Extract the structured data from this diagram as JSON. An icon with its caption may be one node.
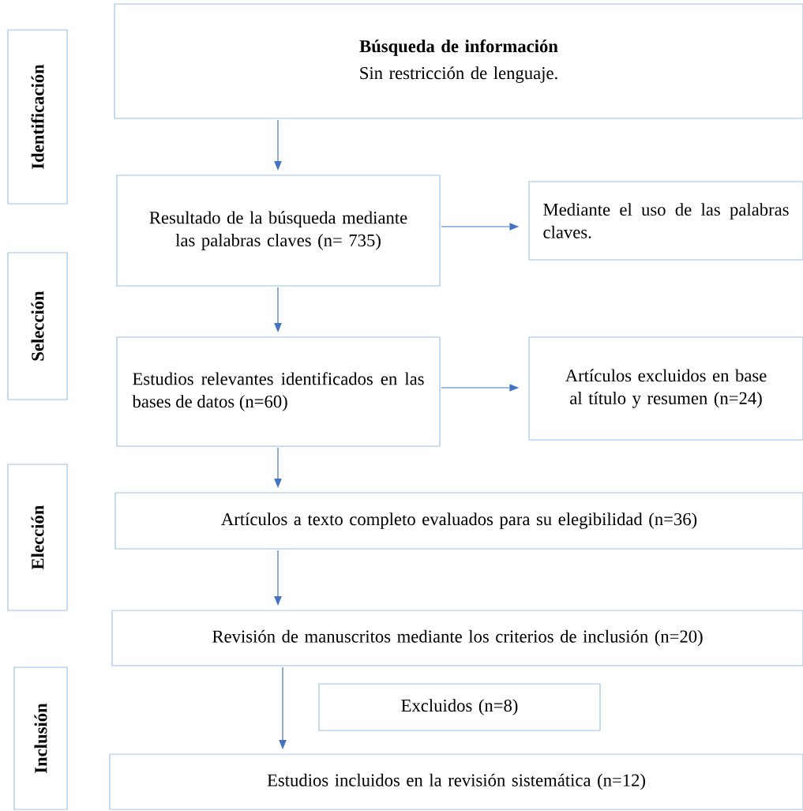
{
  "diagram": {
    "nodes": [
      {
        "text": [
          "Identificación"
        ]
      },
      {
        "text": [
          "Selección"
        ]
      },
      {
        "text": [
          "Elección"
        ]
      },
      {
        "text": [
          "Inclusión"
        ]
      },
      {
        "text": [
          "Búsqueda de información",
          "Sin restricción de lenguaje."
        ]
      },
      {
        "text": [
          "Resultado de la búsqueda mediante las palabras claves (n= 735)"
        ]
      },
      {
        "text": [
          "Mediante el uso de las palabras claves."
        ]
      },
      {
        "text": [
          "Estudios relevantes identificados en las bases de datos (n=60)"
        ]
      },
      {
        "text": [
          "Artículos excluidos en base al título y resumen (n=24)"
        ]
      },
      {
        "text": [
          "Artículos a texto completo evaluados para su elegibilidad (n=36)"
        ]
      },
      {
        "text": [
          "Revisión de manuscritos mediante los criterios de inclusión (n=20)"
        ]
      },
      {
        "text": [
          "Excluidos (n=8)"
        ]
      },
      {
        "text": [
          "Estudios incluidos en la revisión sistemática (n=12)"
        ]
      }
    ],
    "edges": [
      {
        "from": 4,
        "to": 5,
        "arrow": "to"
      },
      {
        "from": 5,
        "to": 6,
        "arrow": "to"
      },
      {
        "from": 5,
        "to": 7,
        "arrow": "to"
      },
      {
        "from": 7,
        "to": 8,
        "arrow": "to"
      },
      {
        "from": 7,
        "to": 9,
        "arrow": "to"
      },
      {
        "from": 9,
        "to": 10,
        "arrow": "to"
      },
      {
        "from": 10,
        "to": 12,
        "arrow": "to"
      }
    ]
  }
}
